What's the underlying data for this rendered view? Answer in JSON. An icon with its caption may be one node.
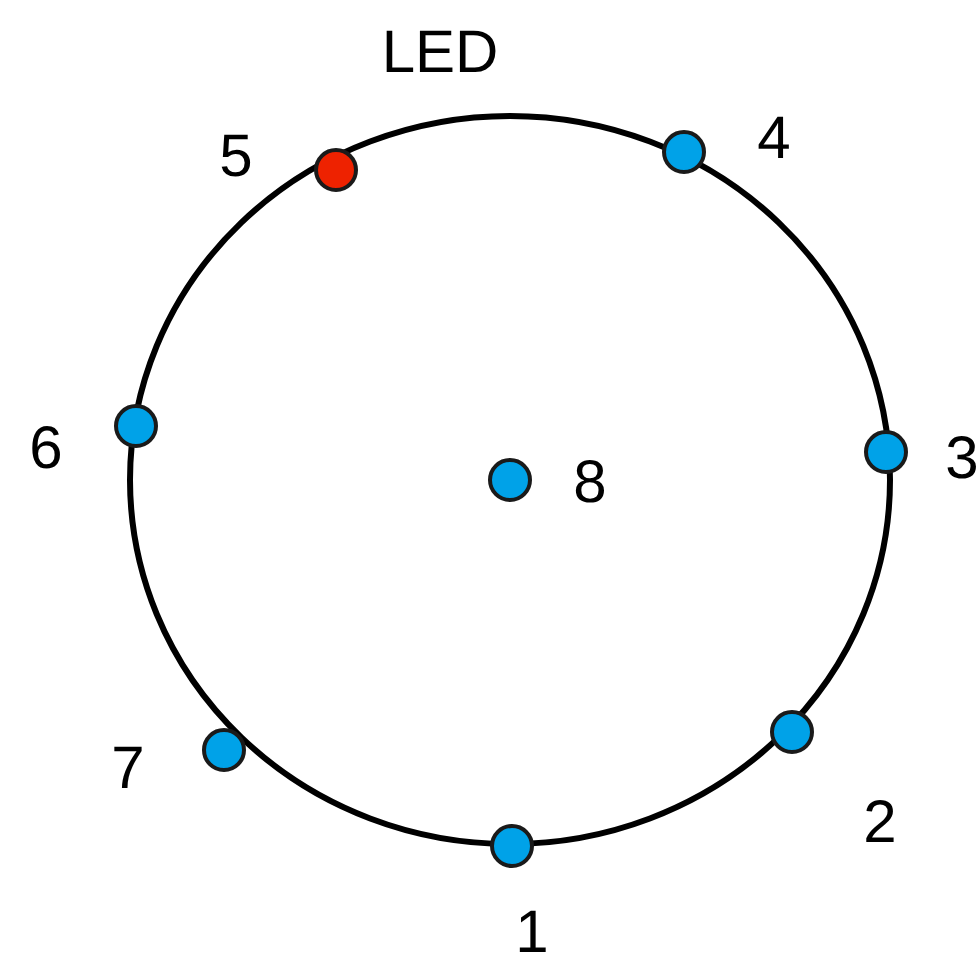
{
  "diagram": {
    "nodes": [
      {
        "text": [],
        "shape": "circle",
        "beside": [
          "LED",
          "5"
        ]
      },
      {
        "text": [],
        "shape": "circle",
        "beside": [
          "4"
        ]
      },
      {
        "text": [],
        "shape": "circle",
        "beside": [
          "6"
        ]
      },
      {
        "text": [],
        "shape": "circle",
        "beside": [
          "3"
        ]
      },
      {
        "text": [],
        "shape": "circle",
        "beside": [
          "8"
        ]
      },
      {
        "text": [],
        "shape": "circle",
        "beside": [
          "2"
        ]
      },
      {
        "text": [],
        "shape": "circle",
        "beside": [
          "7"
        ]
      },
      {
        "text": [],
        "shape": "circle",
        "beside": [
          "1"
        ]
      }
    ],
    "edges": []
  }
}
